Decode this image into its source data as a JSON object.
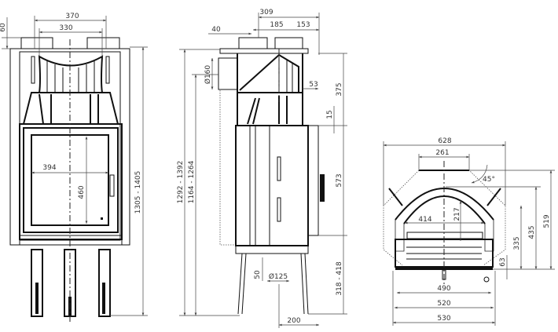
{
  "front_view": {
    "dims": {
      "width_outer": "370",
      "width_inner": "330",
      "top_offset": "60",
      "glass_width": "394",
      "glass_height": "460",
      "total_height": "1305 - 1405"
    }
  },
  "side_view": {
    "dims": {
      "depth": "309",
      "depth_front": "185",
      "depth_rear": "153",
      "flue_offset": "40",
      "flue_diameter": "Ø160",
      "height_total": "1292 - 1392",
      "height_flue": "1164 - 1264",
      "offset_53": "53",
      "upper_height": "375",
      "step_15": "15",
      "door_height": "573",
      "leg_height": "318 - 418",
      "bottom_50": "50",
      "air_inlet": "Ø125",
      "leg_spacing": "200"
    }
  },
  "plan_view": {
    "dims": {
      "width_total": "628",
      "top_flat": "261",
      "angle": "45°",
      "firebox_width": "414",
      "arch_height": "217",
      "height_335": "335",
      "height_435": "435",
      "height_519": "519",
      "base_63": "63",
      "base_490": "490",
      "base_520": "520",
      "base_530": "530"
    }
  }
}
